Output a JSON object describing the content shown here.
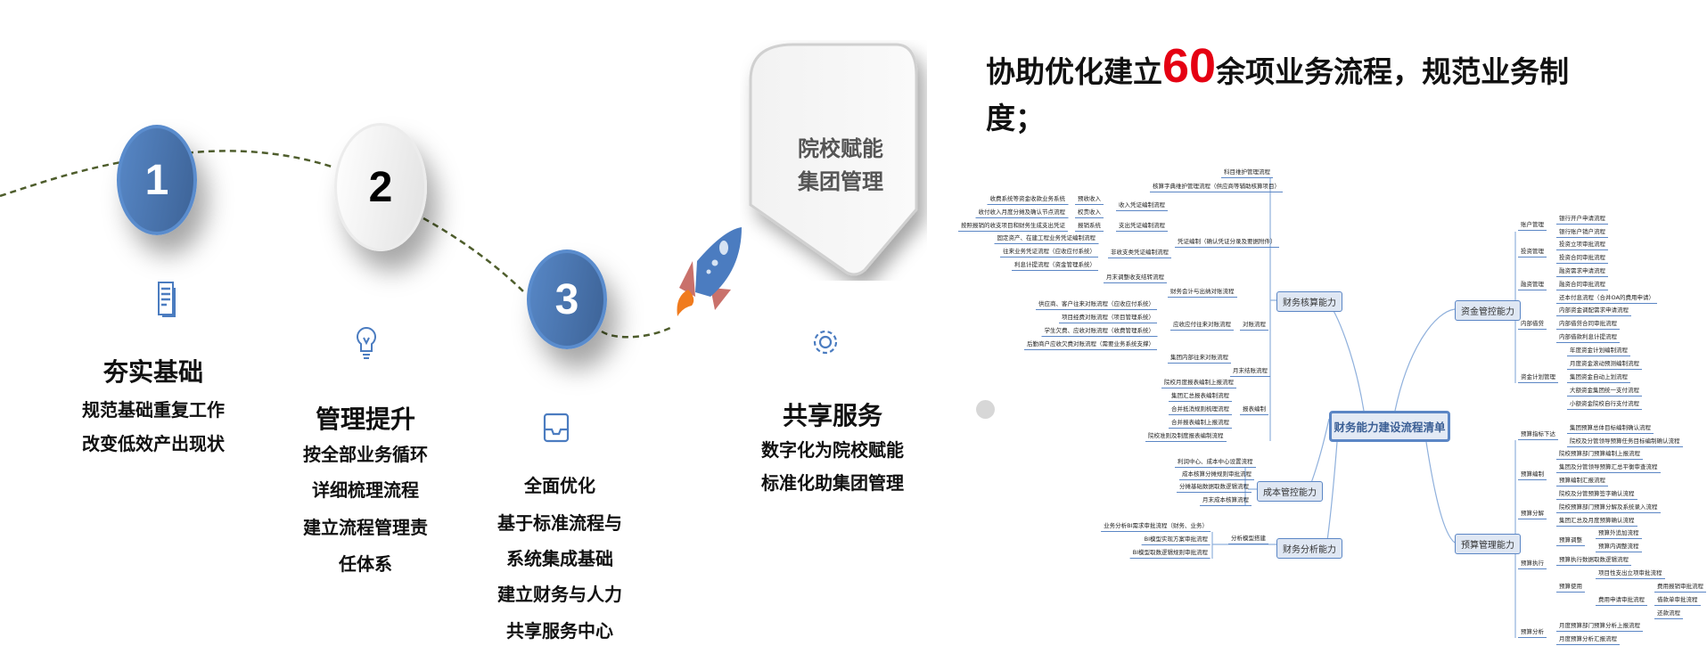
{
  "timeline": {
    "steps": [
      "1",
      "2",
      "3"
    ],
    "badge": [
      "院校赋能",
      "集团管理"
    ],
    "sections": [
      {
        "heading": "夯实基础",
        "lines": [
          "规范基础重复工作",
          "改变低效产出现状"
        ]
      },
      {
        "heading": "管理提升",
        "lines": [
          "按全部业务循环",
          "详细梳理流程",
          "建立流程管理责",
          "任体系"
        ]
      },
      {
        "heading": "全面优化",
        "lines": [
          "基于标准流程与",
          "系统集成基础",
          "建立财务与人力",
          "共享服务中心"
        ]
      },
      {
        "heading": "共享服务",
        "lines": [
          "数字化为院校赋能",
          "标准化助集团管理"
        ]
      }
    ]
  },
  "title": {
    "before": "协助优化建立",
    "number": "60",
    "after": "余项业务流程，规范业务制度；"
  },
  "colors": {
    "accent": "#4a78b5",
    "highlight": "#e50012",
    "line": "#5b86c5"
  },
  "mindmap": {
    "center": "财务能力建设流程清单",
    "branches": [
      "财务核算能力",
      "成本管控能力",
      "财务分析能力",
      "资金管控能力",
      "预算管理能力"
    ],
    "nodes": [
      "科目维护管理流程",
      "核算字典维护管理流程（供应商等辅助核算项目）",
      "凭证编制（确认凭证分录及要据附件）",
      "收入凭证编制流程",
      "预收收入",
      "权责收入",
      "收费系统等资金收款业务系统",
      "收付收入月度分摊及确认节点流程",
      "支出凭证编制流程",
      "报销系统",
      "按照报销的收支项目和财务生成支出凭证",
      "非收支类凭证编制流程",
      "固定资产、在建工程业务凭证编制流程",
      "往来业务凭证流程（应收应付系统）",
      "利息计提流程（资金管理系统）",
      "月末调整收支结转流程",
      "财务会计与出纳对账流程",
      "对账流程",
      "应收应付往来对账流程",
      "供应商、客户往来对账流程（应收应付系统）",
      "项目经费对账流程（项目管理系统）",
      "学生欠费、应收对账流程（收费管理系统）",
      "后勤商户应收欠费对账流程（需要业务系统支撑）",
      "集团内部往来对账流程",
      "月末结账流程",
      "报表编制",
      "院校月度报表编制上报流程",
      "集团汇总报表编制流程",
      "合并抵消规则梳理流程",
      "合并报表编制上报流程",
      "院校准则及制度报表编制流程",
      "利润中心、成本中心设置流程",
      "成本核算分摊规则审批流程",
      "分摊基础数据取数逻辑流程",
      "月末成本核算流程",
      "分析模型搭建",
      "业务分析BI需求审批流程（财务、业务）",
      "BI模型实现方案审批流程",
      "BI模型取数逻辑规则审批流程",
      "账户管理",
      "银行开户申请流程",
      "银行账户销户流程",
      "投资管理",
      "投资立项审批流程",
      "投资合同审批流程",
      "融资管理",
      "融资需求申请流程",
      "融资合同审批流程",
      "还本付息流程（合并OA的费用申请）",
      "内部借贷",
      "内部资金调配需求申请流程",
      "内部借贷合同审批流程",
      "内部借款利息计提流程",
      "资金计划管理",
      "年度资金计划编制流程",
      "月度资金滚动预测编制流程",
      "集团资金自动上划流程",
      "大额资金集团统一支付流程",
      "小额资金院校自行支付流程",
      "预算指标下达",
      "集团预算总体目标编制确认流程",
      "院校及分管领导预算任务目标编制确认流程",
      "预算编制",
      "院校预算部门预算编制上报流程",
      "集团及分管领导预算汇总平衡审查流程",
      "预算编制汇报流程",
      "院校及分管预算签字确认流程",
      "预算分解",
      "院校预算部门预算分解及系统录入流程",
      "集团汇总及月度预算确认流程",
      "预算执行",
      "预算调整",
      "预算外追加流程",
      "预算内调整流程",
      "预算执行数据取数逻辑流程",
      "预算使用",
      "项目性支出立项审批流程",
      "费用申请审批流程",
      "费用报销审批流程",
      "借款单审批流程",
      "还款流程",
      "预算分析",
      "月度预算部门预算分析上报流程",
      "月度预算分析汇报流程"
    ]
  }
}
